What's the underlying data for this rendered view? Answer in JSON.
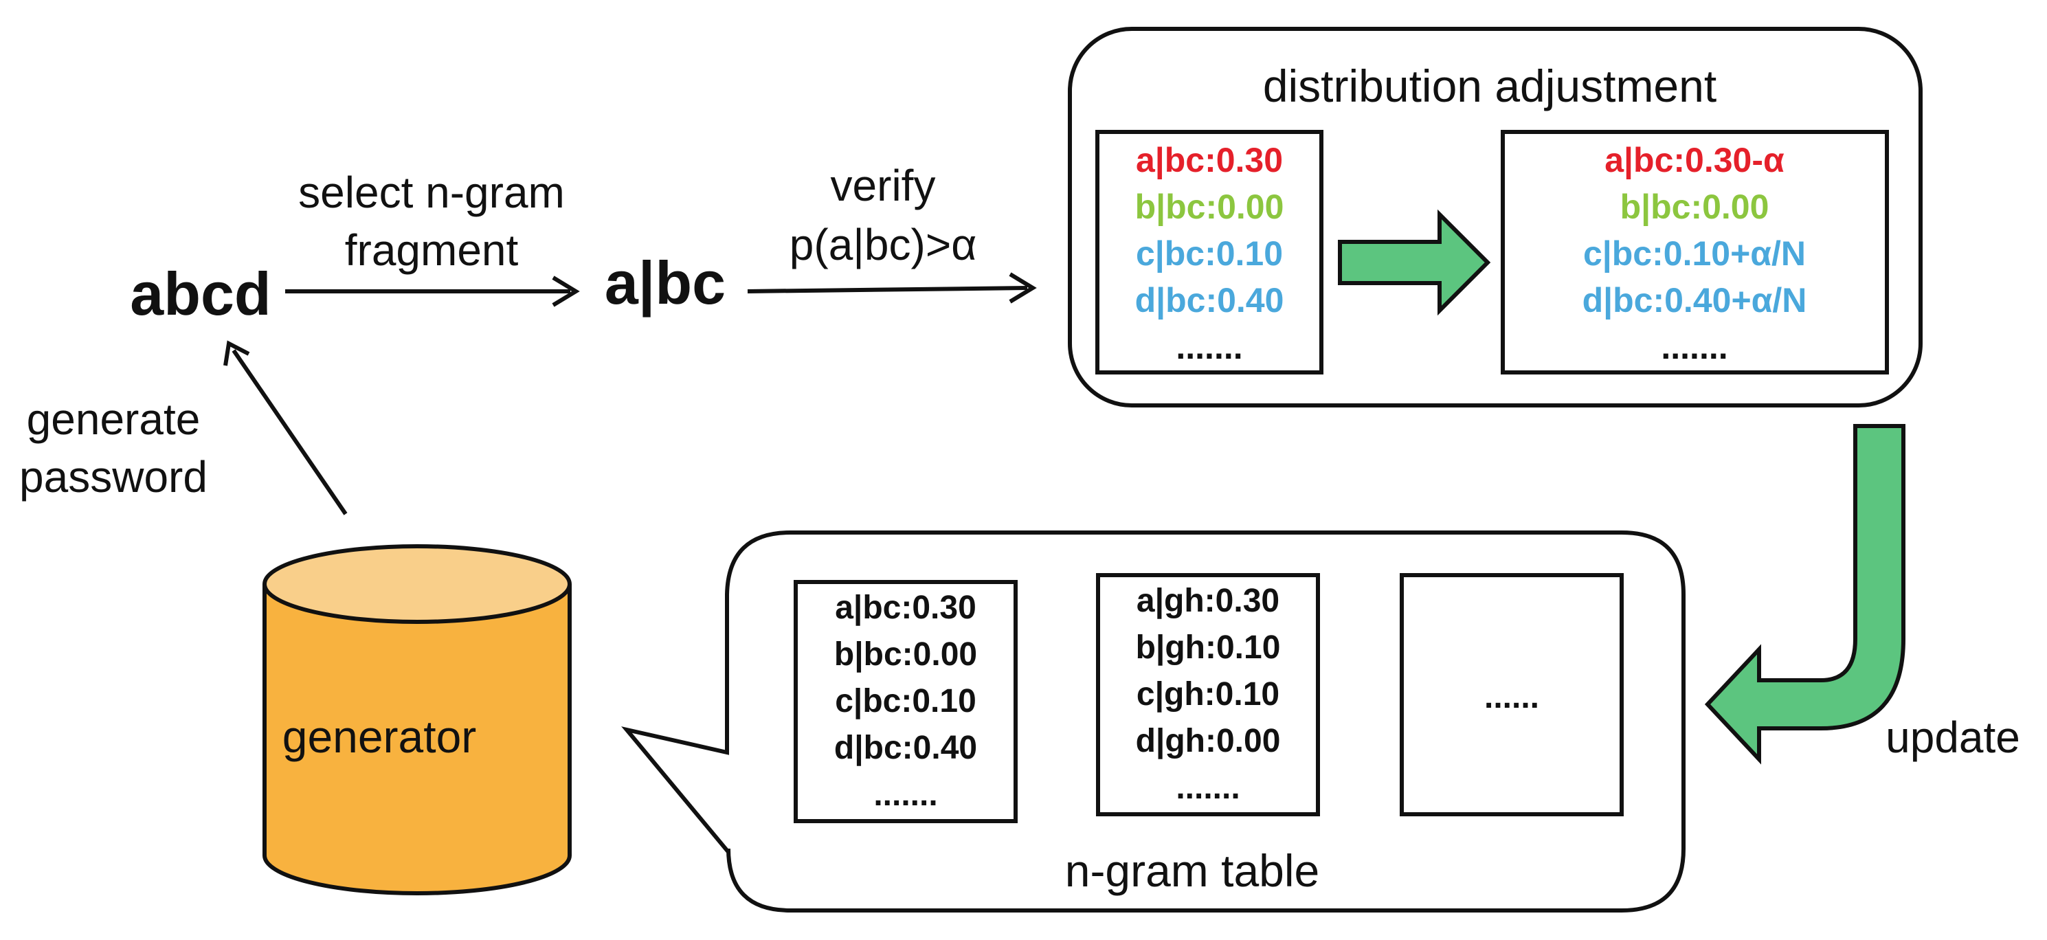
{
  "colors": {
    "red": "#e5202a",
    "green": "#8cc63f",
    "blue": "#4aa8dc",
    "arrow_fill": "#5cc57f",
    "cylinder_body": "#f8b23f",
    "cylinder_top": "#f9cf8a",
    "stroke": "#111111"
  },
  "flow": {
    "password": "abcd",
    "fragment": "a|bc",
    "select_label_line1": "select n-gram",
    "select_label_line2": "fragment",
    "verify_label_line1": "verify",
    "verify_label_line2": "p(a|bc)>α",
    "generate_label_line1": "generate",
    "generate_label_line2": "password",
    "update_label": "update"
  },
  "generator": {
    "label": "generator"
  },
  "adjustment": {
    "title": "distribution adjustment",
    "before": [
      {
        "text": "a|bc:0.30",
        "color": "red"
      },
      {
        "text": "b|bc:0.00",
        "color": "green"
      },
      {
        "text": "c|bc:0.10",
        "color": "blue"
      },
      {
        "text": "d|bc:0.40",
        "color": "blue"
      },
      {
        "text": ".......",
        "color": "black"
      }
    ],
    "after": [
      {
        "text": "a|bc:0.30-α",
        "color": "red"
      },
      {
        "text": "b|bc:0.00",
        "color": "green"
      },
      {
        "text": "c|bc:0.10+α/N",
        "color": "blue"
      },
      {
        "text": "d|bc:0.40+α/N",
        "color": "blue"
      },
      {
        "text": ".......",
        "color": "black"
      }
    ]
  },
  "ngram_table": {
    "title": "n-gram table",
    "table1": [
      "a|bc:0.30",
      "b|bc:0.00",
      "c|bc:0.10",
      "d|bc:0.40",
      "......."
    ],
    "table2": [
      "a|gh:0.30",
      "b|gh:0.10",
      "c|gh:0.10",
      "d|gh:0.00",
      "......."
    ],
    "table3": [
      "......"
    ]
  }
}
